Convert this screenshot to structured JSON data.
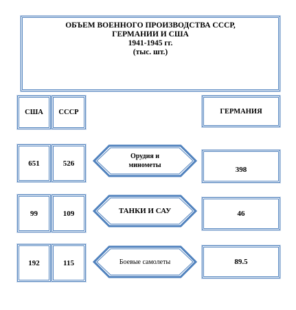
{
  "title": {
    "line1": "ОБЪЕМ ВОЕННОГО ПРОИЗВОДСТВА  СССР,",
    "line2": "ГЕРМАНИИ И США",
    "line3": "1941-1945 гг.",
    "line4": "(тыс. шт.)"
  },
  "headers": {
    "usa": "США",
    "ussr": "СССР",
    "germany": "ГЕРМАНИЯ"
  },
  "rows": [
    {
      "category": "Орудия и минометы",
      "usa": "651",
      "ussr": "526",
      "germany": "398"
    },
    {
      "category": "ТАНКИ И САУ",
      "usa": "99",
      "ussr": "109",
      "germany": "46"
    },
    {
      "category": "Боевые самолеты",
      "usa": "192",
      "ussr": "115",
      "germany": "89.5"
    }
  ],
  "colors": {
    "border": "#4F81BD"
  }
}
